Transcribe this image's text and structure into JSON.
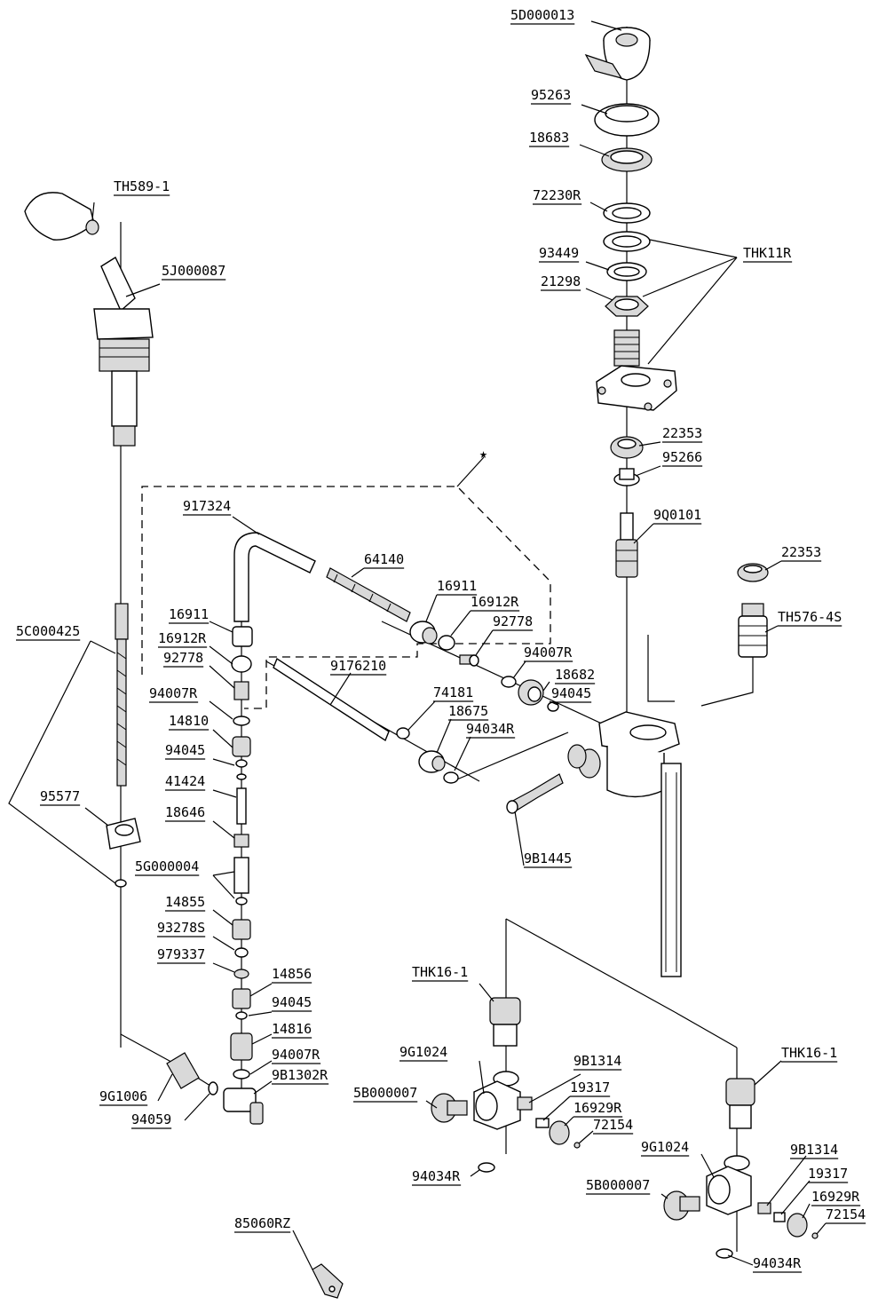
{
  "star_marker": "★",
  "labels": {
    "p5D000013": "5D000013",
    "p95263": "95263",
    "p18683": "18683",
    "p72230R": "72230R",
    "p93449": "93449",
    "p21298": "21298",
    "pTHK11R": "THK11R",
    "pTH589_1": "TH589-1",
    "p5J000087": "5J000087",
    "p22353a": "22353",
    "p95266": "95266",
    "p9Q0101": "9Q0101",
    "p22353b": "22353",
    "pTH576_4S": "TH576-4S",
    "p917324": "917324",
    "p64140": "64140",
    "p16911a": "16911",
    "p16912Ra": "16912R",
    "p92778a": "92778",
    "p16911b": "16911",
    "p16912Rb": "16912R",
    "p92778b": "92778",
    "p94007Ra": "94007R",
    "p94007Rb": "94007R",
    "p18682": "18682",
    "p94045a": "94045",
    "p9176210": "9176210",
    "p74181": "74181",
    "p18675": "18675",
    "p94034Ra": "94034R",
    "p5C000425": "5C000425",
    "p14810": "14810",
    "p94045b": "94045",
    "p41424": "41424",
    "p18646": "18646",
    "p95577": "95577",
    "p5G000004": "5G000004",
    "p9B1445": "9B1445",
    "p14855": "14855",
    "p93278S": "93278S",
    "p979337": "979337",
    "p14856": "14856",
    "p94045c": "94045",
    "pTHK16_1a": "THK16-1",
    "p14816": "14816",
    "p94007Rc": "94007R",
    "p9G1024a": "9G1024",
    "p9B1314a": "9B1314",
    "p9B1302R": "9B1302R",
    "p9G1006": "9G1006",
    "p94059": "94059",
    "p19317a": "19317",
    "p5B000007a": "5B000007",
    "p16929Ra": "16929R",
    "p72154a": "72154",
    "pTHK16_1b": "THK16-1",
    "p94034Rb": "94034R",
    "p9G1024b": "9G1024",
    "p9B1314b": "9B1314",
    "p19317b": "19317",
    "p5B000007b": "5B000007",
    "p16929Rb": "16929R",
    "p72154b": "72154",
    "p94034Rc": "94034R",
    "p85060RZ": "85060RZ"
  }
}
